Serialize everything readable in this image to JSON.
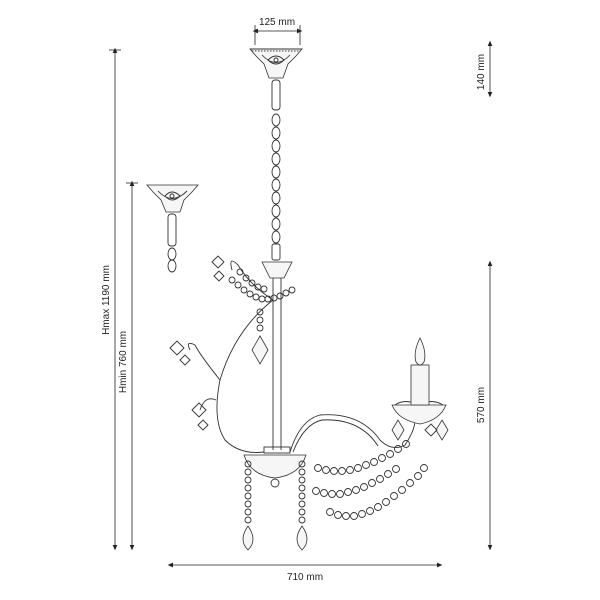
{
  "dimensions": {
    "canopy_width": "125 mm",
    "canopy_height": "140 mm",
    "h_max": "Hmax 1190 mm",
    "h_min": "Hmin 760 mm",
    "body_height": "570 mm",
    "overall_width": "710 mm"
  }
}
